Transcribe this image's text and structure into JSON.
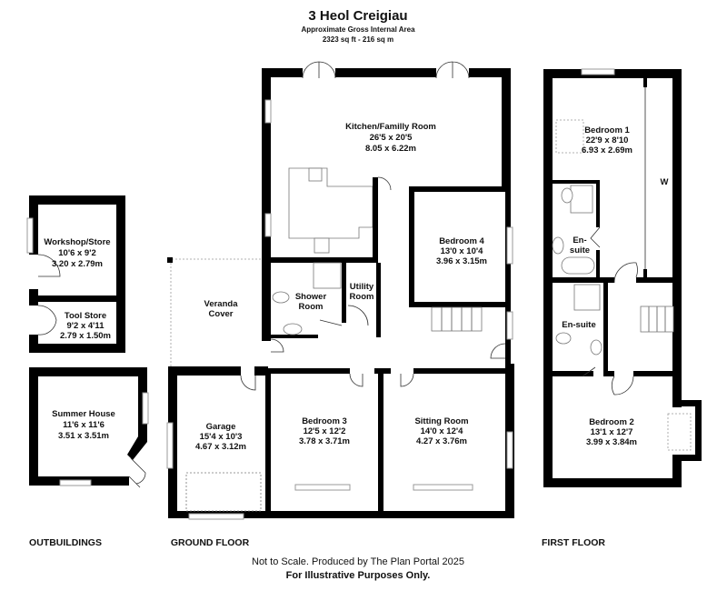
{
  "header": {
    "title": "3 Heol Creigiau",
    "subtitle": "Approximate Gross Internal Area",
    "area": "2323 sq ft - 216 sq m"
  },
  "rooms": {
    "workshop": {
      "name": "Workshop/Store",
      "imperial": "10'6 x 9'2",
      "metric": "3.20 x 2.79m"
    },
    "tool_store": {
      "name": "Tool Store",
      "imperial": "9'2 x 4'11",
      "metric": "2.79 x 1.50m"
    },
    "summer_house": {
      "name": "Summer House",
      "imperial": "11'6 x 11'6",
      "metric": "3.51 x 3.51m"
    },
    "kitchen": {
      "name": "Kitchen/Familly Room",
      "imperial": "26'5 x 20'5",
      "metric": "8.05 x 6.22m"
    },
    "bedroom4": {
      "name": "Bedroom 4",
      "imperial": "13'0 x 10'4",
      "metric": "3.96 x 3.15m"
    },
    "shower_room": {
      "line1": "Shower",
      "line2": "Room"
    },
    "utility_room": {
      "line1": "Utility",
      "line2": "Room"
    },
    "veranda": {
      "line1": "Veranda",
      "line2": "Cover"
    },
    "garage": {
      "name": "Garage",
      "imperial": "15'4 x 10'3",
      "metric": "4.67 x 3.12m"
    },
    "bedroom3": {
      "name": "Bedroom 3",
      "imperial": "12'5 x 12'2",
      "metric": "3.78 x 3.71m"
    },
    "sitting_room": {
      "name": "Sitting Room",
      "imperial": "14'0 x 12'4",
      "metric": "4.27 x 3.76m"
    },
    "bedroom1": {
      "name": "Bedroom 1",
      "imperial": "22'9 x 8'10",
      "metric": "6.93 x 2.69m"
    },
    "wardrobe": {
      "name": "W"
    },
    "ensuite1": {
      "line1": "En-",
      "line2": "suite"
    },
    "ensuite2": {
      "name": "En-suite"
    },
    "bedroom2": {
      "name": "Bedroom 2",
      "imperial": "13'1 x 12'7",
      "metric": "3.99 x 3.84m"
    }
  },
  "floor_labels": {
    "outbuildings": "OUTBUILDINGS",
    "ground": "GROUND FLOOR",
    "first": "FIRST FLOOR"
  },
  "footer": {
    "line1": "Not to Scale. Produced by The Plan Portal 2025",
    "line2": "For Illustrative Purposes Only."
  }
}
